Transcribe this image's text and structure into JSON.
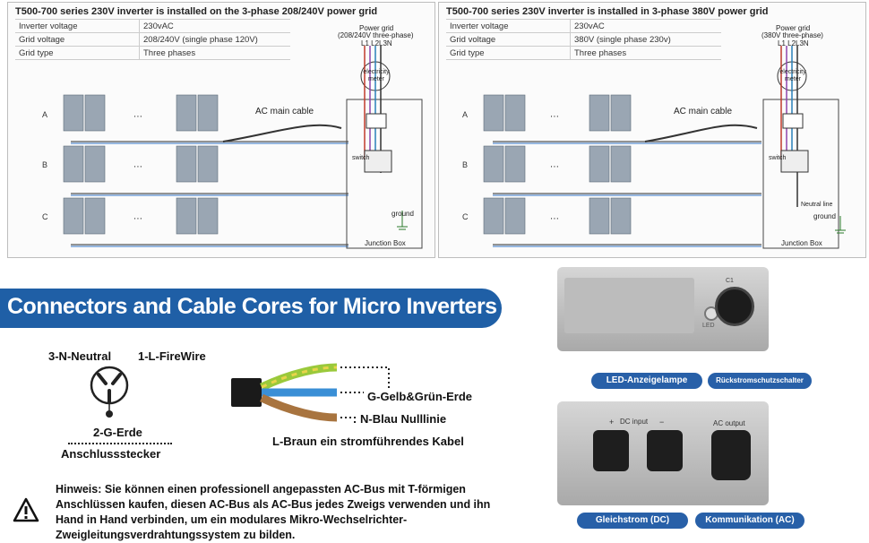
{
  "panel_left": {
    "title": "T500-700 series 230V inverter is installed on the 3-phase 208/240V power grid",
    "specs": [
      {
        "key": "Inverter voltage",
        "value": "230vAC"
      },
      {
        "key": "Grid voltage",
        "value": "208/240V (single phase 120V)"
      },
      {
        "key": "Grid type",
        "value": "Three phases"
      }
    ],
    "power_grid": "Power grid",
    "power_grid_sub": "(208/240V three-phase)",
    "phases": "L1 L2L3N",
    "meter": "electricity meter",
    "cable": "AC main cable",
    "switch": "switch",
    "ground": "ground",
    "junction": "Junction Box",
    "rows": [
      "A",
      "B",
      "C"
    ]
  },
  "panel_right": {
    "title": "T500-700 series 230V inverter is installed in 3-phase 380V power grid",
    "specs": [
      {
        "key": "Inverter voltage",
        "value": "230vAC"
      },
      {
        "key": "Grid voltage",
        "value": "380V (single phase 230v)"
      },
      {
        "key": "Grid type",
        "value": "Three phases"
      }
    ],
    "power_grid": "Power grid",
    "power_grid_sub": "(380V three-phase)",
    "phases": "L1 L2L3N",
    "meter": "electricity meter",
    "cable": "AC main cable",
    "switch": "switch",
    "neutral": "Neutral line",
    "ground": "ground",
    "junction": "Junction Box",
    "rows": [
      "A",
      "B",
      "C"
    ]
  },
  "banner": "Connectors and Cable Cores for Micro Inverters",
  "connector": {
    "neutral": "3-N-Neutral",
    "fire": "1-L-FireWire",
    "earth": "2-G-Erde",
    "plug": "Anschlussstecker"
  },
  "cable": {
    "green": "G-Gelb&Grün-Erde",
    "blue": "N-Blau Nulllinie",
    "brown": "L-Braun ein stromführendes Kabel"
  },
  "note": "Hinweis: Sie können einen professionell angepassten AC-Bus mit T-förmigen Anschlüssen kaufen, diesen AC-Bus als AC-Bus jedes Zweigs verwenden und ihn Hand in Hand verbinden, um ein modulares Mikro-Wechselrichter-Zweigleitungsverdrahtungssystem zu bilden.",
  "device_top": {
    "led_label": "LED",
    "port_label": "C1",
    "pill_led": "LED-Anzeigelampe",
    "pill_switch": "Rückstromschutzschalter"
  },
  "device_bottom": {
    "dc_label": "DC input",
    "ac_label": "AC output",
    "plus": "+",
    "minus": "−",
    "pill_dc": "Gleichstrom (DC)",
    "pill_ac": "Kommunikation (AC)"
  },
  "colors": {
    "banner": "#1f5fa6",
    "pill": "#2860a8",
    "earth": "#9ac93b",
    "neutral": "#3a8fd6",
    "live": "#a8743f"
  }
}
